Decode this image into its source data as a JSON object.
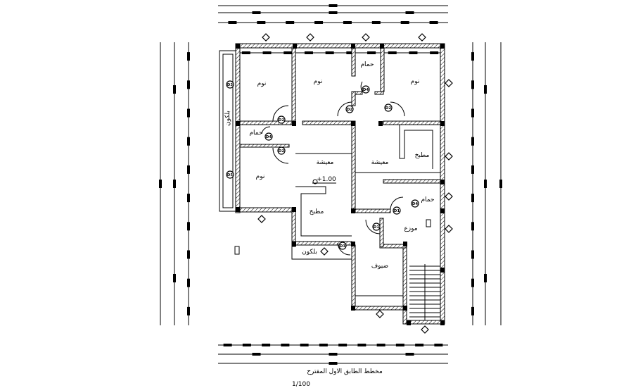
{
  "title": "مخطط الطابق الاول المقترح",
  "scale": "1/100",
  "level": "+1.00",
  "rooms": [
    {
      "label": "نوم"
    },
    {
      "label": "نوم"
    },
    {
      "label": "نوم"
    },
    {
      "label": "نوم"
    },
    {
      "label": "حمام"
    },
    {
      "label": "حمام"
    },
    {
      "label": "حمام"
    },
    {
      "label": "معيشة"
    },
    {
      "label": "معيشة"
    },
    {
      "label": "مطبخ"
    },
    {
      "label": "مطبخ"
    },
    {
      "label": "موزع"
    },
    {
      "label": "ضيوف"
    },
    {
      "label": "بلكون"
    },
    {
      "label": "بلكون"
    }
  ],
  "doors": [
    "D3",
    "D5",
    "D2",
    "D4",
    "D2",
    "D2",
    "D4",
    "D2",
    "D1",
    "D4",
    "D1",
    "D3"
  ]
}
